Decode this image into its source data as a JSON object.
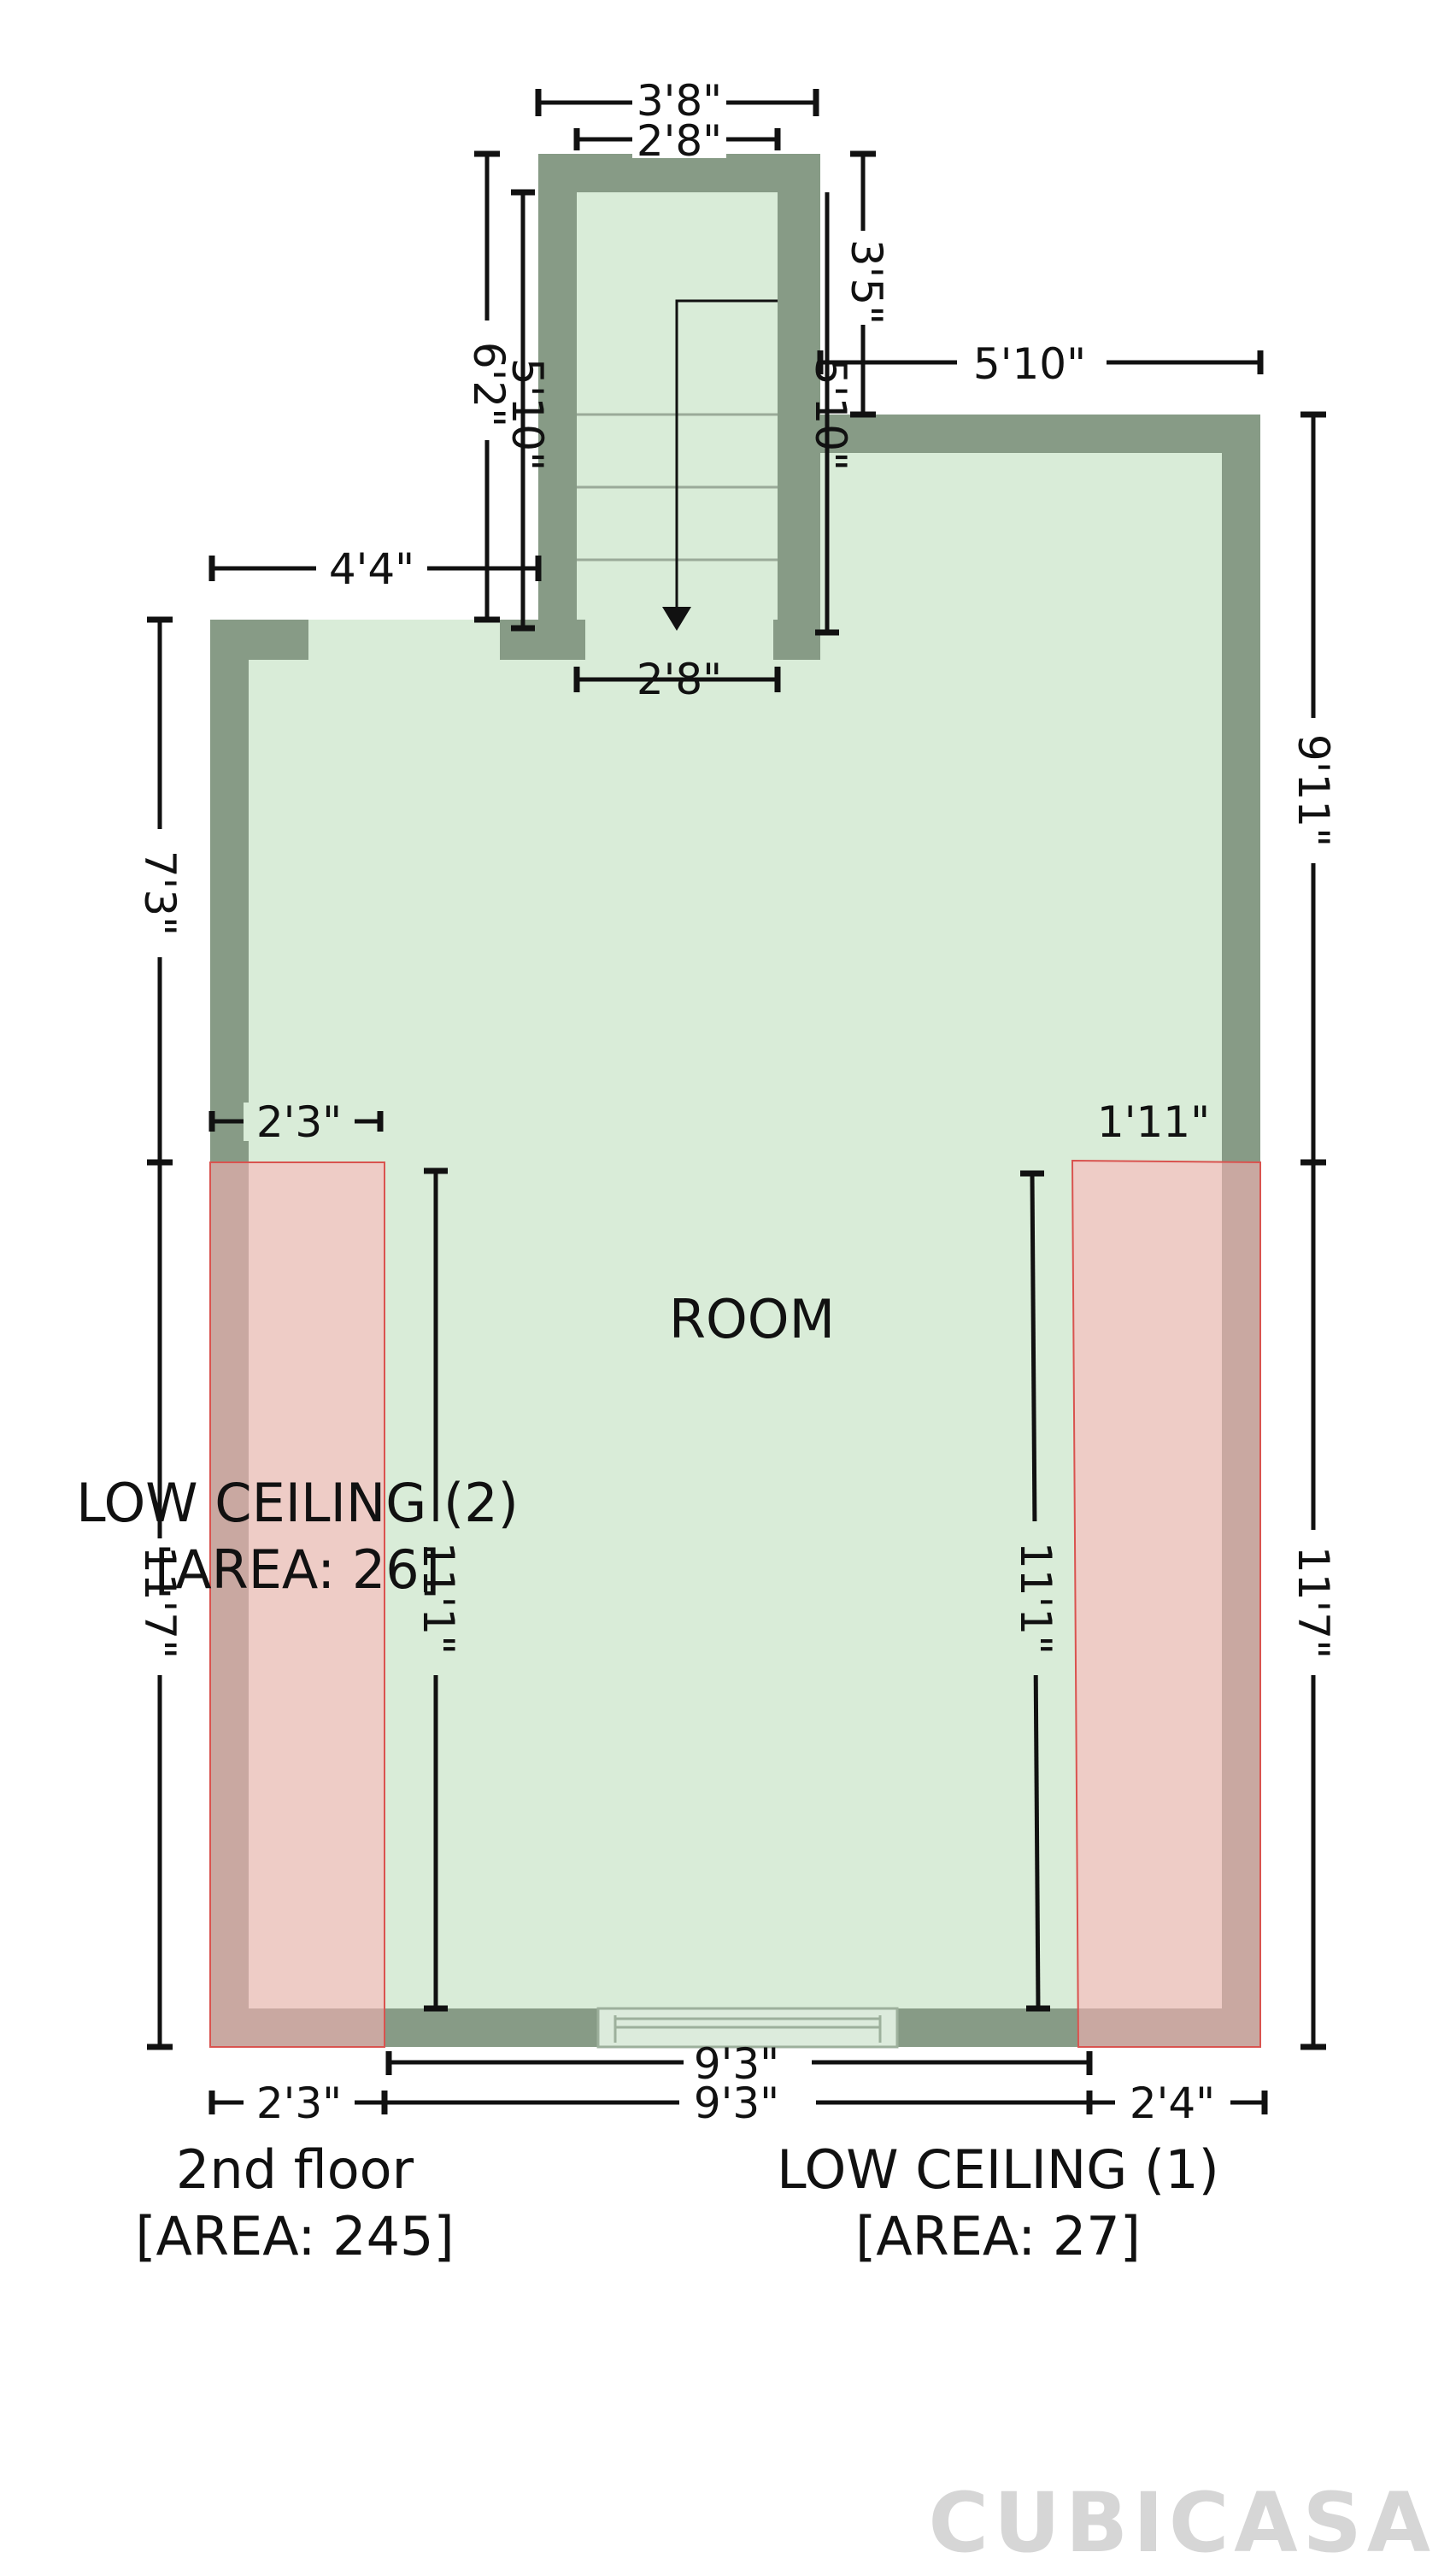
{
  "colors": {
    "room_fill": "#d9ecd8",
    "wall": "#879b86",
    "low_ceiling_fill": "#ffb3b8",
    "dimension": "#111111",
    "wordmark": "#d6d6d6"
  },
  "rooms": {
    "room": {
      "name": "ROOM"
    },
    "low_ceiling_1": {
      "name": "LOW CEILING (1)",
      "area": "[AREA: 27]"
    },
    "low_ceiling_2": {
      "name": "LOW CEILING (2)",
      "area": "[AREA: 26]"
    },
    "floor": {
      "name": "2nd floor",
      "area": "[AREA: 245]"
    }
  },
  "dimensions": {
    "stair_outer_width": "3'8\"",
    "stair_inner_width": "2'8\"",
    "stair_opening_width": "2'8\"",
    "stair_outer_height": "6'2\"",
    "stair_inner_left": "5'10\"",
    "stair_inner_right": "5'10\"",
    "stair_top_right": "3'5\"",
    "top_right_width": "5'10\"",
    "top_left_width": "4'4\"",
    "left_upper": "7'3\"",
    "left_lower": "11'7\"",
    "right_upper": "9'11\"",
    "right_lower": "11'7\"",
    "low2_width": "2'3\"",
    "low1_width": "1'11\"",
    "inner_left_height": "11'1\"",
    "inner_right_height": "11'1\"",
    "bottom_inner": "9'3\"",
    "bottom_left": "2'3\"",
    "bottom_middle": "9'3\"",
    "bottom_right": "2'4\""
  },
  "icons": {
    "wordmark": "cubicasa-logo"
  },
  "branding": {
    "wordmark": "CUBICASA"
  }
}
